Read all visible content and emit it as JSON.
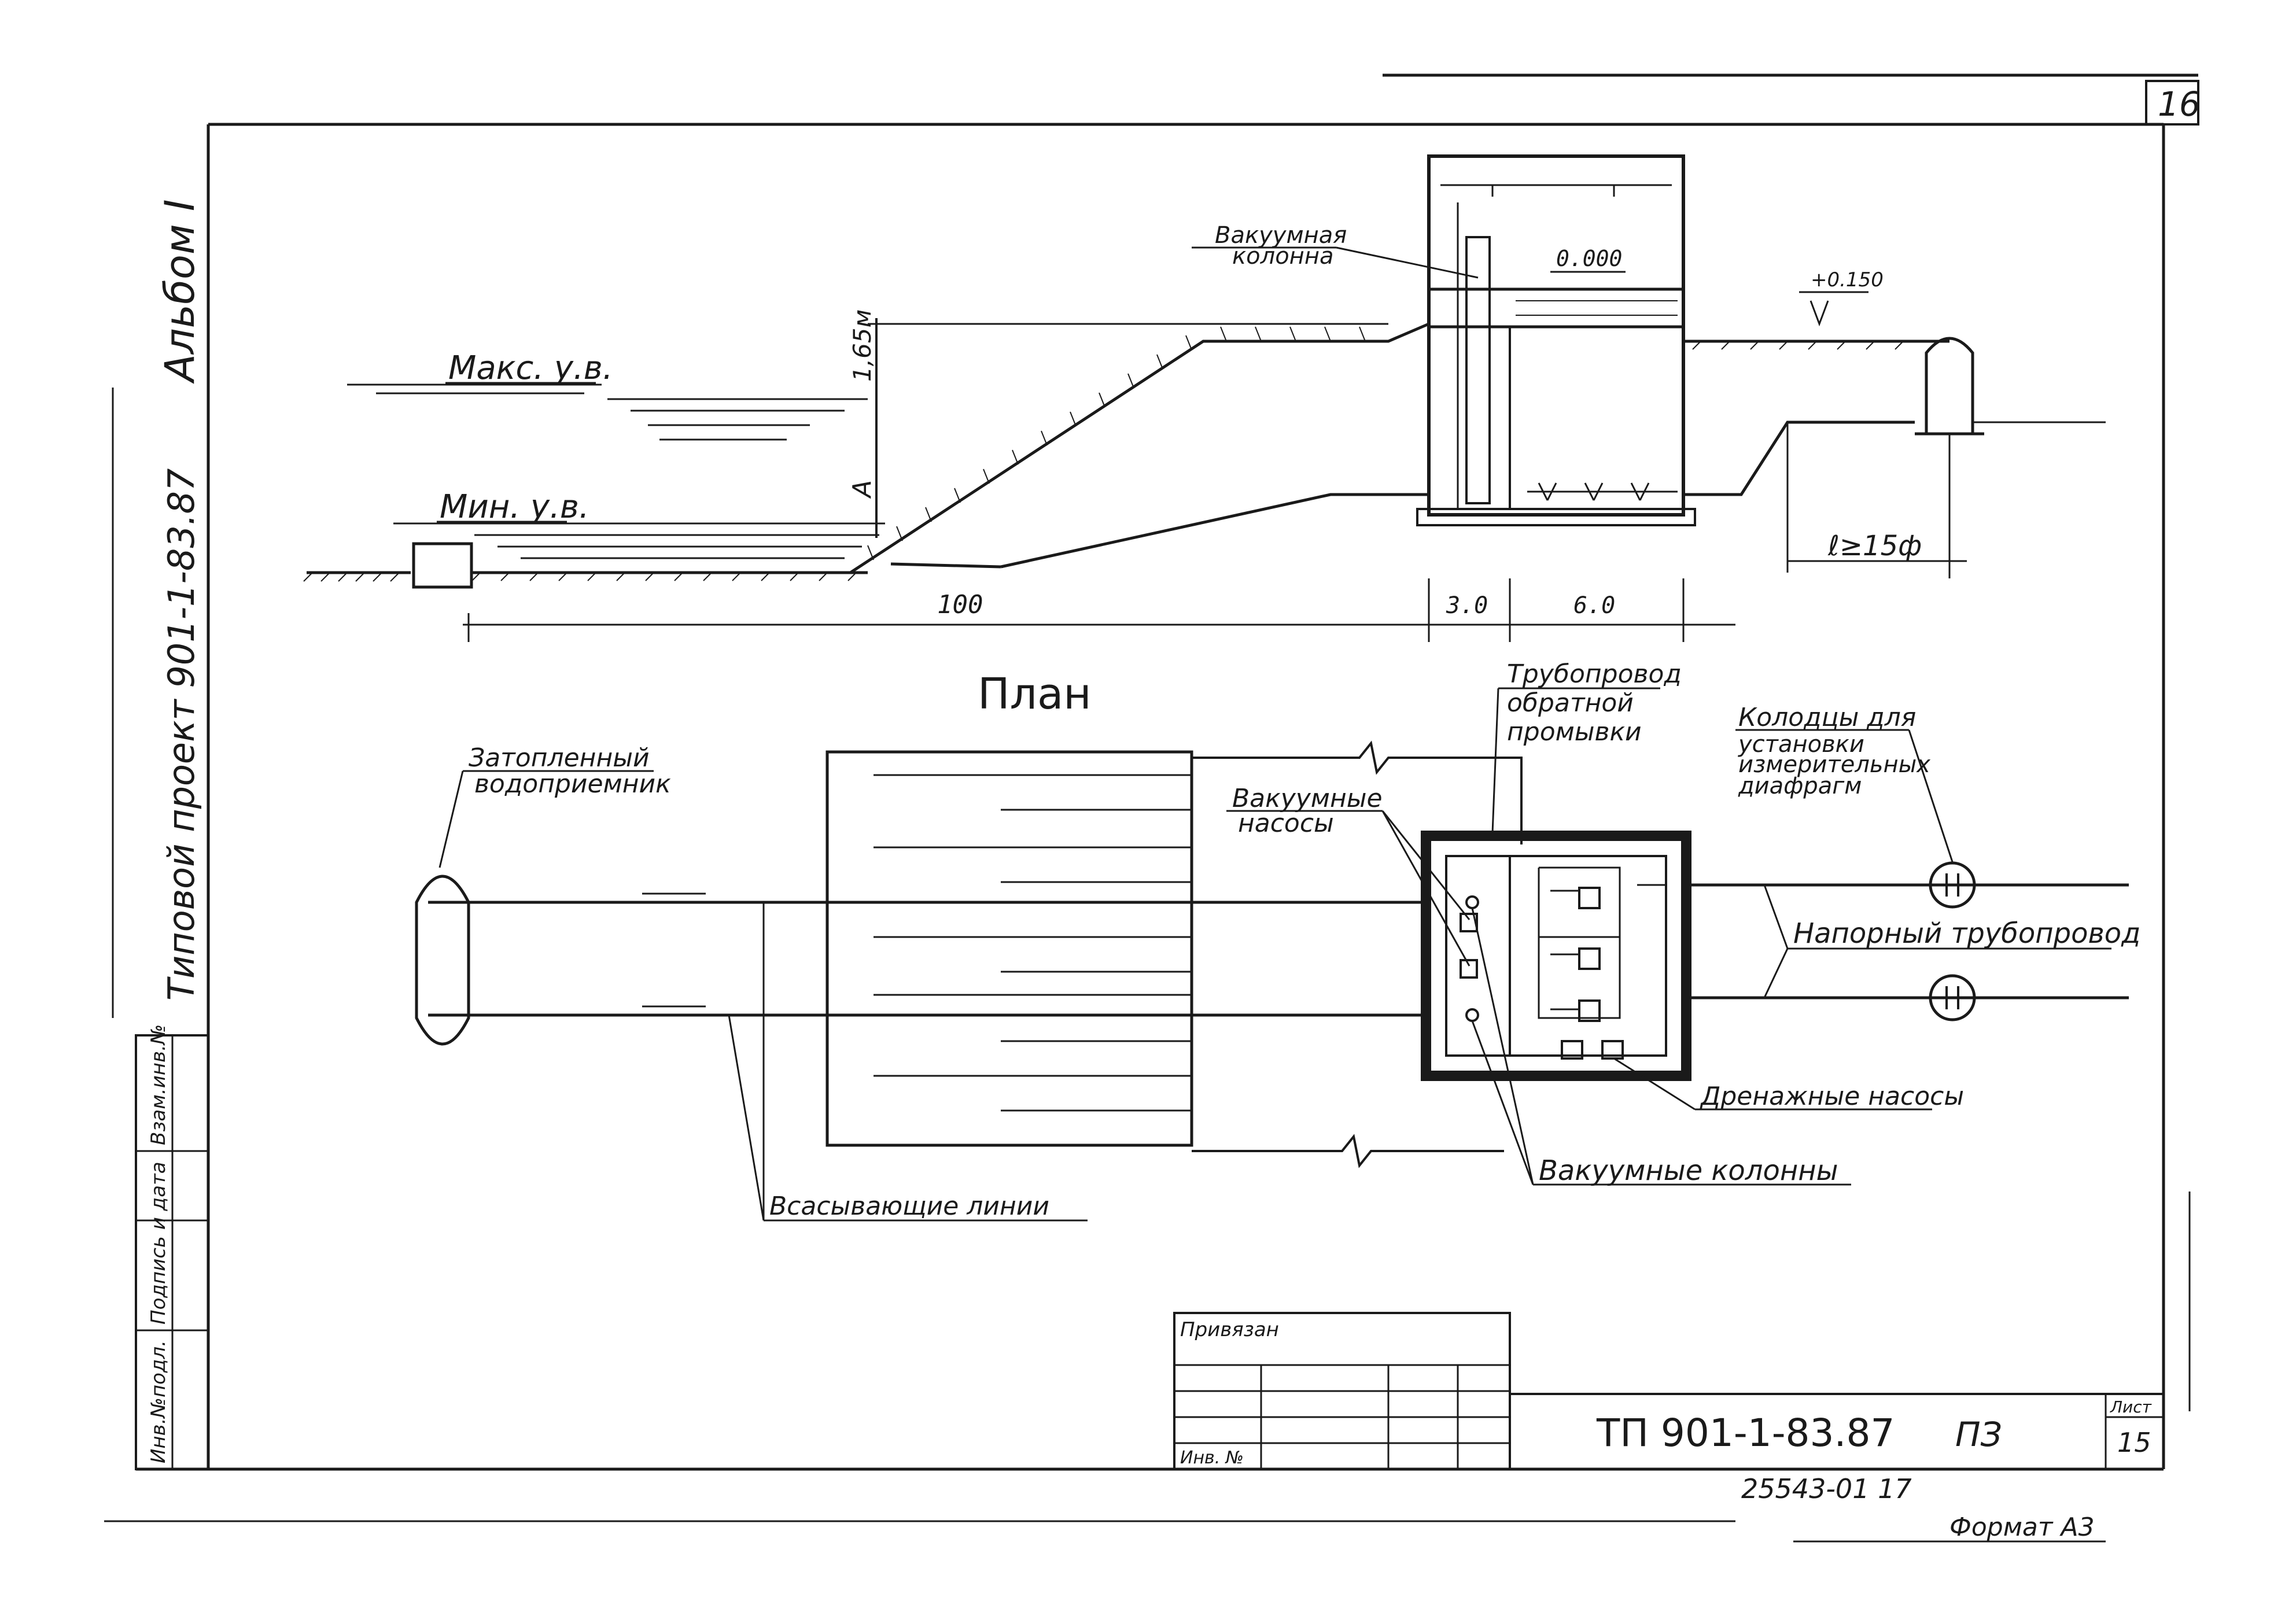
{
  "sheet_corner_number": "16",
  "album_label": "Альбом I",
  "project_label": "Типовой проект 901-1-83.87",
  "side_stamp": [
    "Инв.№подл.",
    "Подпись и дата",
    "Взам.инв.№"
  ],
  "section": {
    "vacuum_column": [
      "Вакуумная",
      "колонна"
    ],
    "floor_mark": "0.000",
    "ground_mark": "+0.150",
    "max_water_level": "Макс. у.в.",
    "min_water_level": "Мин. у.в.",
    "depth_label": "1,65м",
    "a_label": "А",
    "dim_100": "100",
    "dim_3": "3.0",
    "dim_6": "6.0",
    "dim_l": "ℓ≥15ф"
  },
  "plan": {
    "title": "План",
    "flooded_intake": [
      "Затопленный",
      "водоприемник"
    ],
    "backwash_pipe": [
      "Трубопровод",
      "обратной",
      "промывки"
    ],
    "vacuum_pumps": [
      "Вакуумные",
      "насосы"
    ],
    "meter_well": [
      "Колодцы для",
      "установки",
      "измерительных",
      "диафрагм"
    ],
    "pressure_pipe": "Напорный   трубопровод",
    "drainage_pumps": "Дренажные насосы",
    "vacuum_columns": "Вакуумные колонны",
    "suction_lines": "Всасывающие линии"
  },
  "title_block": {
    "privyazan": "Привязан",
    "inv": "Инв. №",
    "code": "ТП  901-1-83.87",
    "doc": "ПЗ",
    "sheet_label": "Лист",
    "sheet_number": "15",
    "order_number": "25543-01  17",
    "footer_small": "",
    "format": "Формат А3"
  }
}
